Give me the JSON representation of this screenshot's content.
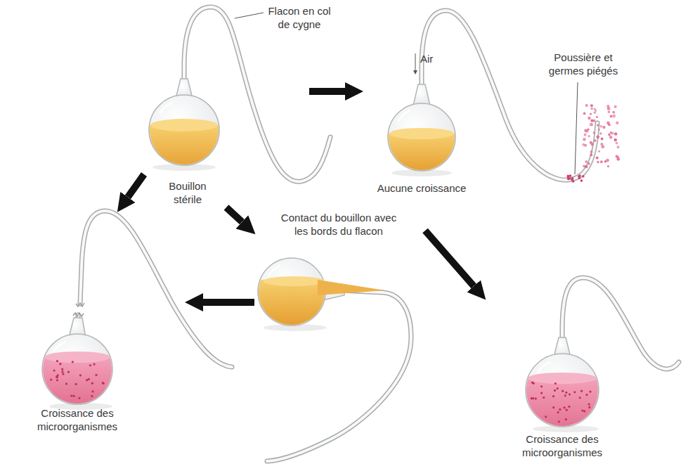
{
  "diagram": {
    "nodes": [
      {
        "text": [
          "Bouillon stérile"
        ]
      },
      {
        "text": [
          "Aucune croissance"
        ]
      },
      {
        "text": [
          "Contact du bouillon avec les bords du flacon"
        ]
      },
      {
        "text": [
          "Croissance des microorganismes"
        ]
      },
      {
        "text": [
          "Croissance des microorganismes"
        ]
      }
    ],
    "edges": [
      {
        "from": 0,
        "to": 1,
        "arrow": "to"
      },
      {
        "from": 0,
        "to": 3,
        "arrow": "to"
      },
      {
        "from": 0,
        "to": 2,
        "arrow": "to"
      },
      {
        "from": 2,
        "to": 3,
        "arrow": "to"
      },
      {
        "from": 2,
        "to": 4,
        "arrow": "to"
      }
    ],
    "labels": [
      "Flacon en col de cygne",
      "Air",
      "Poussière et germes piégés"
    ]
  }
}
